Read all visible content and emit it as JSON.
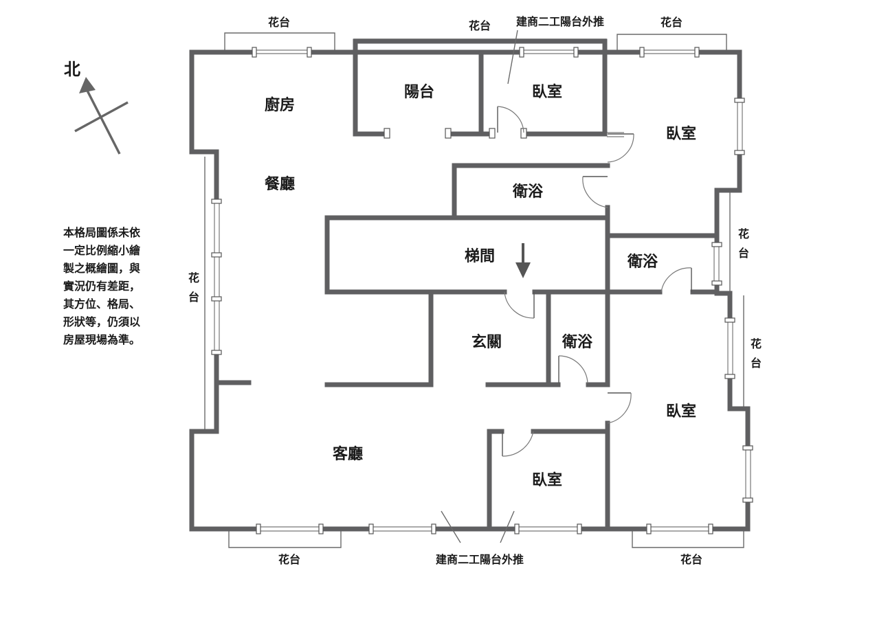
{
  "rooms": {
    "kitchen": "廚房",
    "balcony": "陽台",
    "bedroom_n": "臥室",
    "bedroom_ne": "臥室",
    "dining": "餐廳",
    "bath_n": "衛浴",
    "stairs": "梯間",
    "bath_e": "衛浴",
    "foyer": "玄關",
    "bath_c": "衛浴",
    "bedroom_se": "臥室",
    "living": "客廳",
    "bedroom_s": "臥室"
  },
  "planters": {
    "top_left": "花台",
    "top_center": "花台",
    "top_right": "花台",
    "left": [
      "花",
      "台"
    ],
    "right_upper": [
      "花",
      "台"
    ],
    "right_lower": [
      "花",
      "台"
    ],
    "bottom_left": "花台",
    "bottom_right": "花台"
  },
  "annotations": {
    "top": "建商二工陽台外推",
    "bottom": "建商二工陽台外推"
  },
  "compass": {
    "north_label": "北"
  },
  "note": {
    "lines": [
      "本格局圖係未依",
      "一定比例縮小繪",
      "製之概繪圖，與",
      "實況仍有差距，",
      "其方位、格局、",
      "形狀等，仍須以",
      "房屋現場為準。"
    ]
  }
}
